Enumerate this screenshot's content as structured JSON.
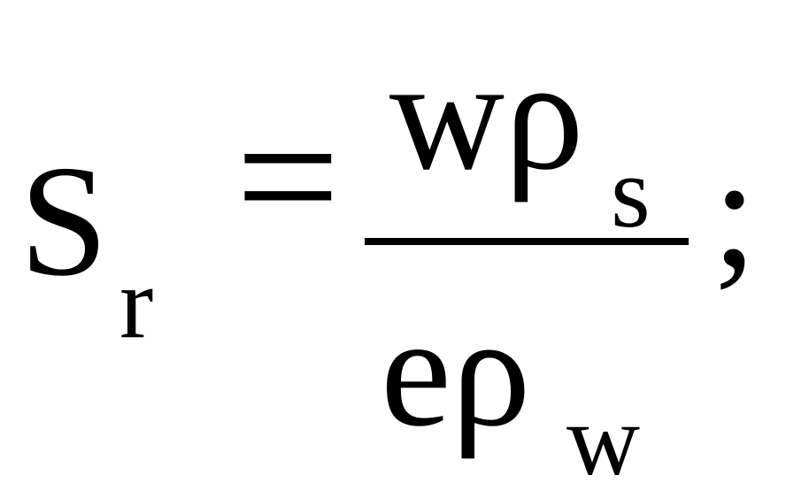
{
  "formula": {
    "lhs": {
      "main": "S",
      "subscript": "r"
    },
    "equals": "=",
    "numerator": {
      "main": "wρ",
      "subscript": "s"
    },
    "denominator": {
      "main": "eρ",
      "subscript": "w"
    },
    "terminator": ";"
  }
}
